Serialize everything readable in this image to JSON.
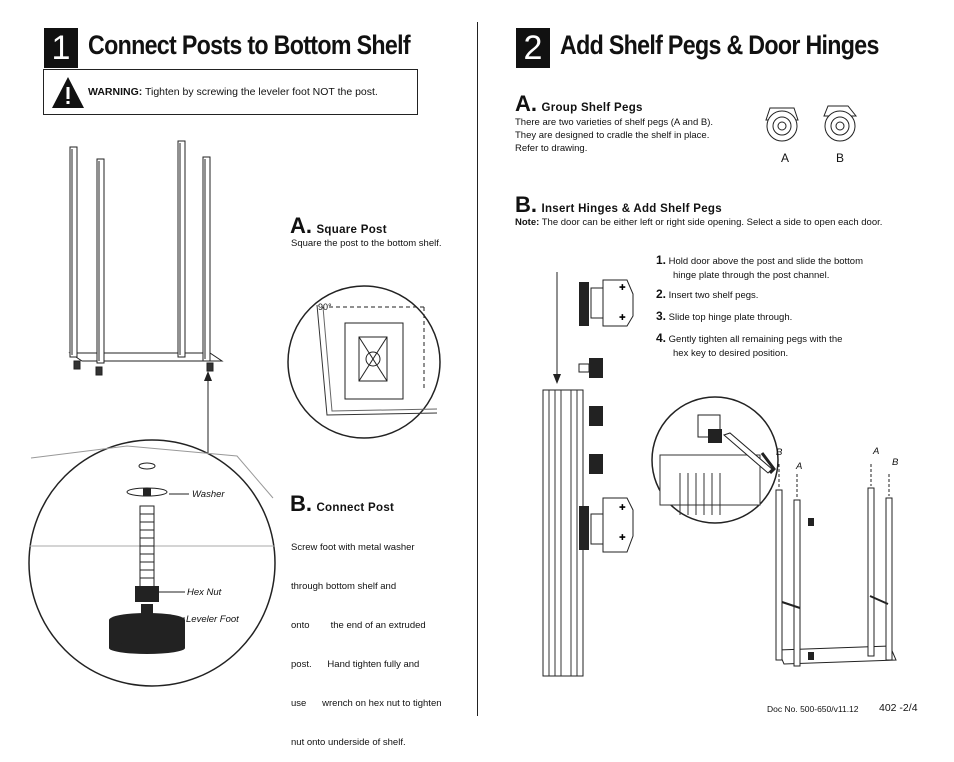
{
  "step1": {
    "number": "1",
    "title": "Connect Posts to Bottom Shelf",
    "warning_label": "WARNING:",
    "warning_text": " Tighten by screwing the leveler foot NOT the post.",
    "a_letter": "A.",
    "a_title": "Square Post",
    "a_text": "Square the post to the bottom shelf.",
    "angle_label": "90°",
    "b_letter": "B.",
    "b_title": "Connect Post",
    "b_lines": [
      "Screw foot with metal washer",
      "through bottom shelf and",
      "onto        the end of an extruded",
      "post.      Hand tighten fully and",
      "use      wrench on hex nut to tighten",
      "nut onto underside of shelf."
    ],
    "callouts": {
      "washer": "Washer",
      "hex_nut": "Hex Nut",
      "leveler_foot": "Leveler Foot"
    }
  },
  "step2": {
    "number": "2",
    "title": "Add Shelf Pegs  & Door Hinges",
    "a_letter": "A.",
    "a_title": "Group Shelf Pegs",
    "a_lines": [
      "There are two varieties of shelf pegs (A and B).",
      "They are designed to cradle the shelf in place.",
      "Refer to drawing."
    ],
    "peg_a": "A",
    "peg_b": "B",
    "b_letter": "B.",
    "b_title": "Insert Hinges & Add Shelf Pegs",
    "note_label": "Note:",
    "note_text": " The door can be either left or right side opening. Select a side to open each door.",
    "steps": [
      {
        "n": "1.",
        "lines": [
          "Hold door above the post and slide the bottom",
          "hinge plate through the post channel."
        ]
      },
      {
        "n": "2.",
        "lines": [
          "Insert two shelf pegs."
        ]
      },
      {
        "n": "3.",
        "lines": [
          "Slide top hinge plate through."
        ]
      },
      {
        "n": "4.",
        "lines": [
          "Gently tighten all remaining pegs with the",
          "hex key to desired position."
        ]
      }
    ],
    "frame_labels": {
      "b_left": "B",
      "a_left": "A",
      "a_right": "A",
      "b_right": "B"
    }
  },
  "footer": {
    "doc_no": "Doc No. 500-650/v11.12",
    "page": "402 -2/4"
  }
}
